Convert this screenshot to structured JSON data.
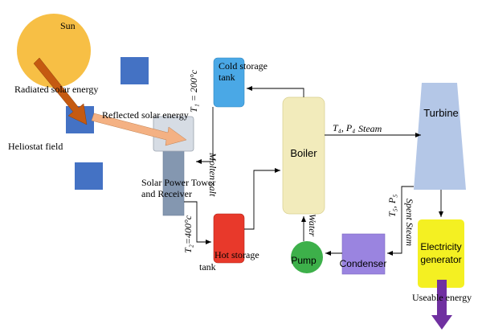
{
  "colors": {
    "sun": "#f7bf45",
    "heliostat": "#4472c4",
    "tower": "#8497b0",
    "receiver": "#d6dce4",
    "cold_tank": "#4aa8e6",
    "hot_tank": "#e8392b",
    "boiler": "#f2ebbb",
    "turbine": "#b4c7e7",
    "generator": "#f4f022",
    "condenser": "#9a84e0",
    "pump": "#3db04a",
    "useable_arrow": "#7030a0",
    "radiated_arrow": "#c55a11",
    "reflected_arrow": "#f4b183"
  },
  "labels": {
    "sun": "Sun",
    "radiated": "Radiated solar energy",
    "reflected": "Reflected solar energy",
    "heliostat_field": "Heliostat field",
    "tower_line1": "Solar Power Tower",
    "tower_line2": "and Receiver",
    "cold_line1": "Cold storage",
    "cold_line2": "tank",
    "hot_line1": "Hot storage",
    "hot_line2": "tank",
    "boiler": "Boiler",
    "turbine": "Turbine",
    "generator_line1": "Electricity",
    "generator_line2": "generator",
    "condenser": "Condenser",
    "pump": "Pump",
    "useable": "Useable energy",
    "t1": "T₁ = 200°c",
    "t2": "T₂=400°c",
    "molten_salt": "Molten salt",
    "t4p4": "T₄, P₄",
    "steam": "Steam",
    "t5p5": "T₅, P₅",
    "spent_steam": "Spent Steam",
    "water": "Water"
  }
}
